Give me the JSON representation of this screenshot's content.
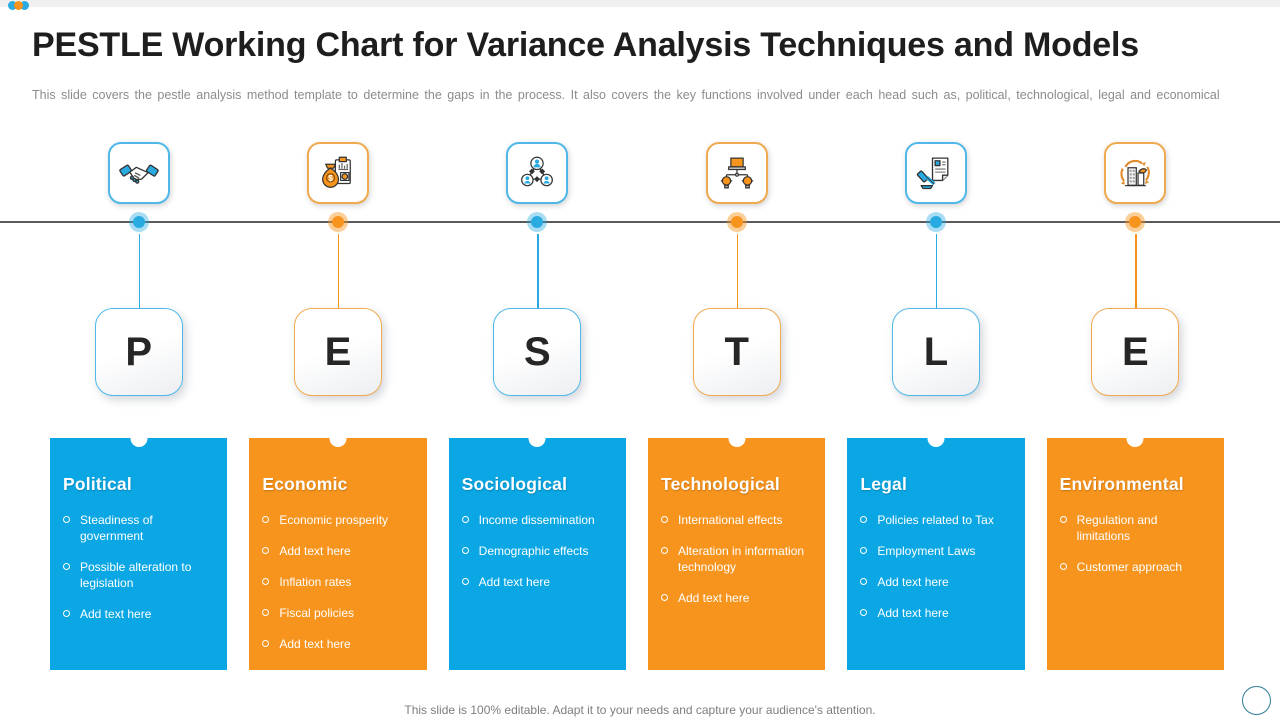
{
  "header": {
    "title": "PESTLE Working Chart for Variance Analysis Techniques and Models",
    "subtitle": "This slide covers the pestle analysis method template to determine the gaps in the process. It also covers the key functions involved under each head such as, political, technological, legal and economical"
  },
  "colors": {
    "accent_blue": "#0AA7E4",
    "accent_orange": "#F7941E",
    "border_blue": "#4FB8E8",
    "border_orange": "#EFA94F",
    "title_text": "#1E1E1E",
    "muted_text": "#8C8C8C",
    "timeline_line": "#5A5A5A",
    "letter_text": "#262626",
    "footer_circle": "#2E7D95",
    "deco_dots": [
      "#29ABE2",
      "#F7941E",
      "#29ABE2"
    ]
  },
  "columns": [
    {
      "letter": "P",
      "accent": "blue",
      "icon": "handshake-icon",
      "card": {
        "title": "Political",
        "bullets": [
          "Steadiness of government",
          "Possible alteration to legislation",
          "Add text here"
        ]
      }
    },
    {
      "letter": "E",
      "accent": "orange",
      "icon": "money-bag-report-icon",
      "card": {
        "title": "Economic",
        "bullets": [
          "Economic prosperity",
          "Add text here",
          "Inflation rates",
          "Fiscal policies",
          "Add text here"
        ]
      }
    },
    {
      "letter": "S",
      "accent": "blue",
      "icon": "people-network-icon",
      "card": {
        "title": "Sociological",
        "bullets": [
          "Income dissemination",
          "Demographic effects",
          "Add text here"
        ]
      }
    },
    {
      "letter": "T",
      "accent": "orange",
      "icon": "laptop-ideas-icon",
      "card": {
        "title": "Technological",
        "bullets": [
          "International effects",
          "Alteration in information technology",
          "Add text here"
        ]
      }
    },
    {
      "letter": "L",
      "accent": "blue",
      "icon": "gavel-document-icon",
      "card": {
        "title": "Legal",
        "bullets": [
          "Policies related to Tax",
          "Employment Laws",
          "Add text here",
          "Add text here"
        ]
      }
    },
    {
      "letter": "E",
      "accent": "orange",
      "icon": "eco-building-icon",
      "card": {
        "title": "Environmental",
        "bullets": [
          "Regulation and limitations",
          "Customer approach"
        ]
      }
    }
  ],
  "footer": {
    "note": "This slide is 100% editable. Adapt it to your needs and capture your audience's attention."
  }
}
